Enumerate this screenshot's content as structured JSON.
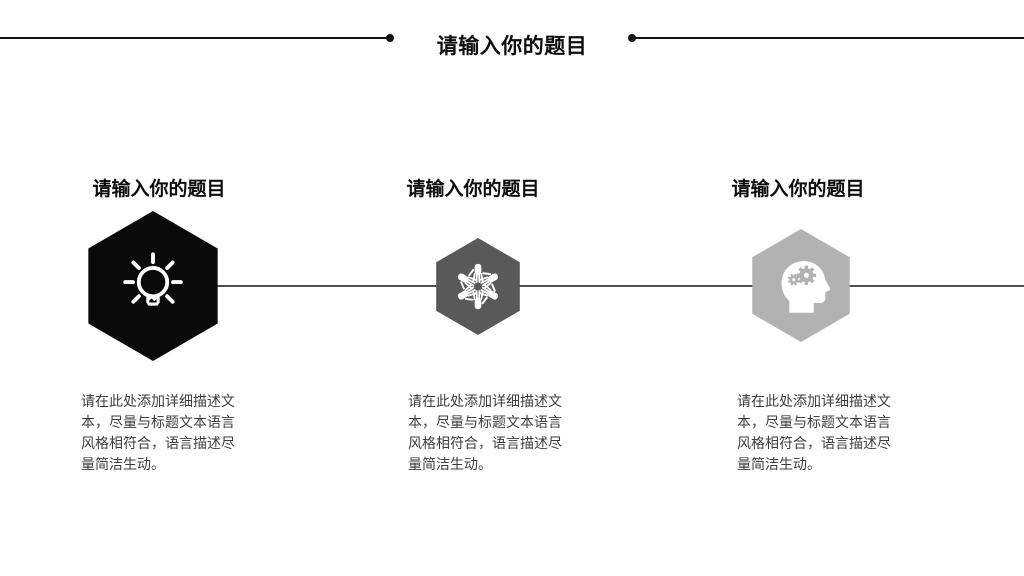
{
  "slide": {
    "header": {
      "title": "请输入你的题目"
    },
    "columns": [
      {
        "heading": "请输入你的题目",
        "icon": "lightbulb-idea-icon",
        "hex_color": "#0a0a0a",
        "description": "请在此处添加详细描述文本，尽量与标题文本语言风格相符合，语言描述尽量简洁生动。",
        "description_lines": [
          "请在此处添加详细描述文",
          "本，尽量与标题文本语言",
          "风格相符合，语言描述尽",
          "量简洁生动。"
        ]
      },
      {
        "heading": "请输入你的题目",
        "icon": "teamwork-hands-icon",
        "hex_color": "#595959",
        "description": "请在此处添加详细描述文本，尽量与标题文本语言风格相符合，语言描述尽量简洁生动。",
        "description_lines": [
          "请在此处添加详细描述文",
          "本，尽量与标题文本语言",
          "风格相符合，语言描述尽",
          "量简洁生动。"
        ]
      },
      {
        "heading": "请输入你的题目",
        "icon": "thinking-head-gears-icon",
        "hex_color": "#b2b2b2",
        "description": "请在此处添加详细描述文本，尽量与标题文本语言风格相符合，语言描述尽量简洁生动。",
        "description_lines": [
          "请在此处添加详细描述文",
          "本，尽量与标题文本语言",
          "风格相符合，语言描述尽",
          "量简洁生动。"
        ]
      }
    ],
    "colors": {
      "background": "#ffffff",
      "header_line": "#111111",
      "connector_line": "#4d4d4d",
      "heading_text": "#0d0d0d",
      "body_text": "#3d3d3d",
      "icon_color": "#ffffff"
    }
  }
}
